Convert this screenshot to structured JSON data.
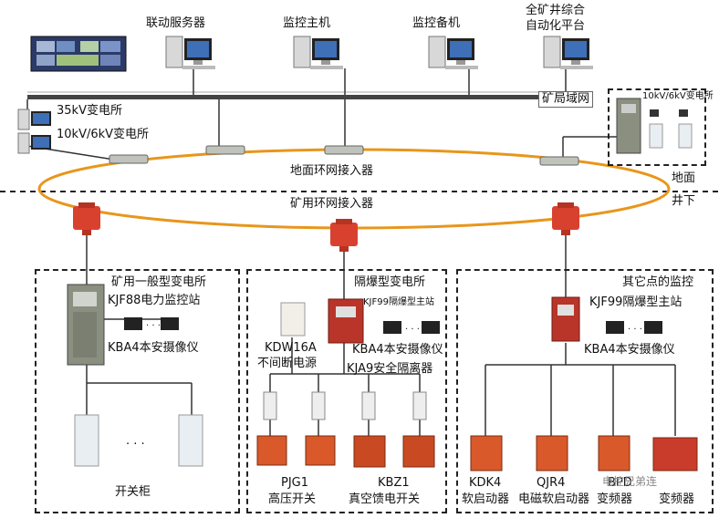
{
  "top": {
    "server": "联动服务器",
    "monitor_main": "监控主机",
    "monitor_backup": "监控备机",
    "platform_line1": "全矿井综合",
    "platform_line2": "自动化平台",
    "lan": "矿局域网"
  },
  "substations_surface": {
    "s35": "35kV变电所",
    "s10": "10kV/6kV变电所",
    "remote": "10kV/6kV变电所"
  },
  "ring": {
    "surface": "地面环网接入器",
    "mine": "矿用环网接入器",
    "ground": "地面",
    "underground": "井下"
  },
  "left_box": {
    "title": "矿用一般型变电所",
    "station": "KJF88电力监控站",
    "camera": "KBA4本安摄像仪",
    "dots": "· · ·",
    "cabinet": "开关柜"
  },
  "mid_box": {
    "title": "隔爆型变电所",
    "station": "KJF99隔爆型主站",
    "ups_line1": "KDW16A",
    "ups_line2": "不间断电源",
    "camera": "KBA4本安摄像仪",
    "isolator": "KJA9安全隔离器",
    "pjg_line1": "PJG1",
    "pjg_line2": "高压开关",
    "kbz_line1": "KBZ1",
    "kbz_line2": "真空馈电开关"
  },
  "right_box": {
    "title": "其它点的监控",
    "station": "KJF99隔爆型主站",
    "camera": "KBA4本安摄像仪",
    "kdk_line1": "KDK4",
    "kdk_line2": "软启动器",
    "qjr_line1": "QJR4",
    "qjr_line2": "电磁软启动器",
    "bpd_line1": "BPD",
    "bpd_line2": "变频器",
    "vfd": "变频器",
    "watermark": "电控兄弟连"
  },
  "colors": {
    "ring": "#e8961c",
    "explosion_red": "#c0392b",
    "cabinet_gray": "#8a8f80",
    "line": "#333333"
  }
}
